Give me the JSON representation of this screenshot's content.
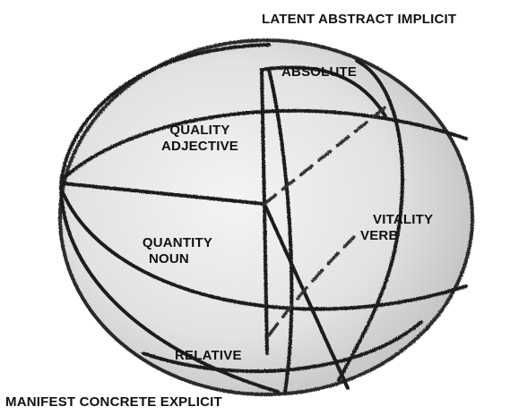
{
  "top_caption": "LATENT ABSTRACT IMPLICIT",
  "bottom_caption": "MANIFEST CONCRETE EXPLICIT",
  "regions": {
    "absolute": "ABSOLUTE",
    "quality_line1": "QUALITY",
    "quality_line2": "ADJECTIVE",
    "quantity_line1": "QUANTITY",
    "quantity_line2": "NOUN",
    "vitality_line1": "VITALITY",
    "vitality_line2": "VERB",
    "relative": "RELATIVE"
  },
  "colors": {
    "sphere_fill": "#dcdcdc",
    "ink": "#1a1a1a"
  }
}
